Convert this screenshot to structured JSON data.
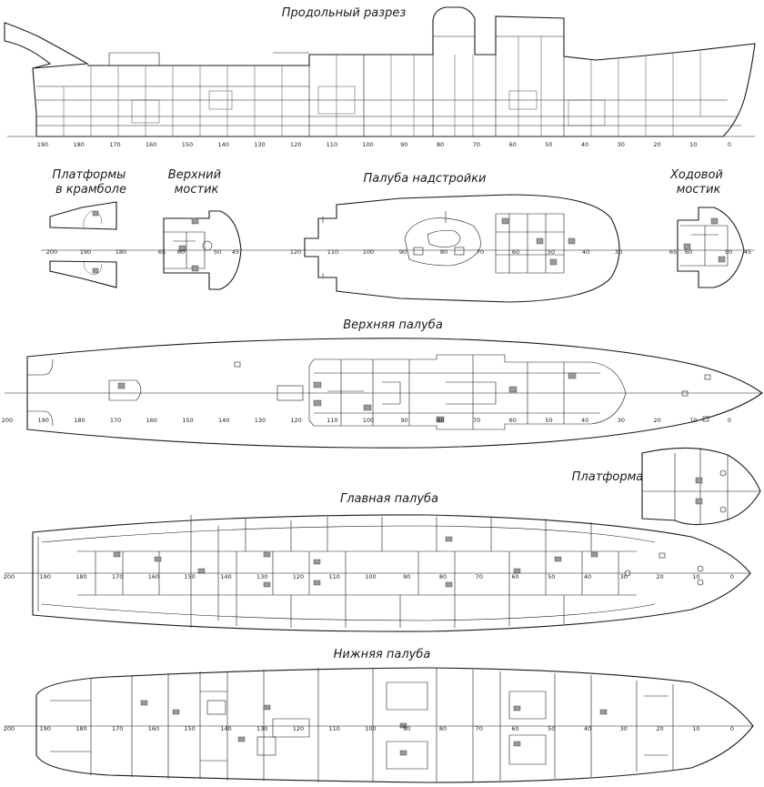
{
  "titles": {
    "profile": "Продольный разрез",
    "platforms_crambole": "Платформы\nв крамболе",
    "upper_bridge": "Верхний\nмостик",
    "superstructure_deck": "Палуба надстройки",
    "nav_bridge": "Ходовой\nмостик",
    "upper_deck": "Верхняя палуба",
    "platform": "Платформа",
    "main_deck": "Главная палуба",
    "lower_deck": "Нижняя палуба"
  },
  "frame_scale": [
    "190",
    "180",
    "170",
    "160",
    "150",
    "140",
    "130",
    "120",
    "110",
    "100",
    "90",
    "80",
    "70",
    "60",
    "50",
    "40",
    "30",
    "20",
    "10",
    "0"
  ],
  "frames_crambole": [
    "200",
    "190",
    "180"
  ],
  "frames_upper_bridge": [
    "65",
    "60",
    "50",
    "45"
  ],
  "frames_superstructure": [
    "120",
    "110",
    "100",
    "90",
    "80",
    "70",
    "60",
    "50",
    "40",
    "30"
  ],
  "frames_nav_bridge": [
    "65",
    "60",
    "50",
    "45"
  ],
  "frames_deck_full": [
    "200",
    "190",
    "180",
    "170",
    "160",
    "150",
    "140",
    "130",
    "120",
    "110",
    "100",
    "90",
    "80",
    "70",
    "60",
    "50",
    "40",
    "30",
    "20",
    "10",
    "0"
  ]
}
